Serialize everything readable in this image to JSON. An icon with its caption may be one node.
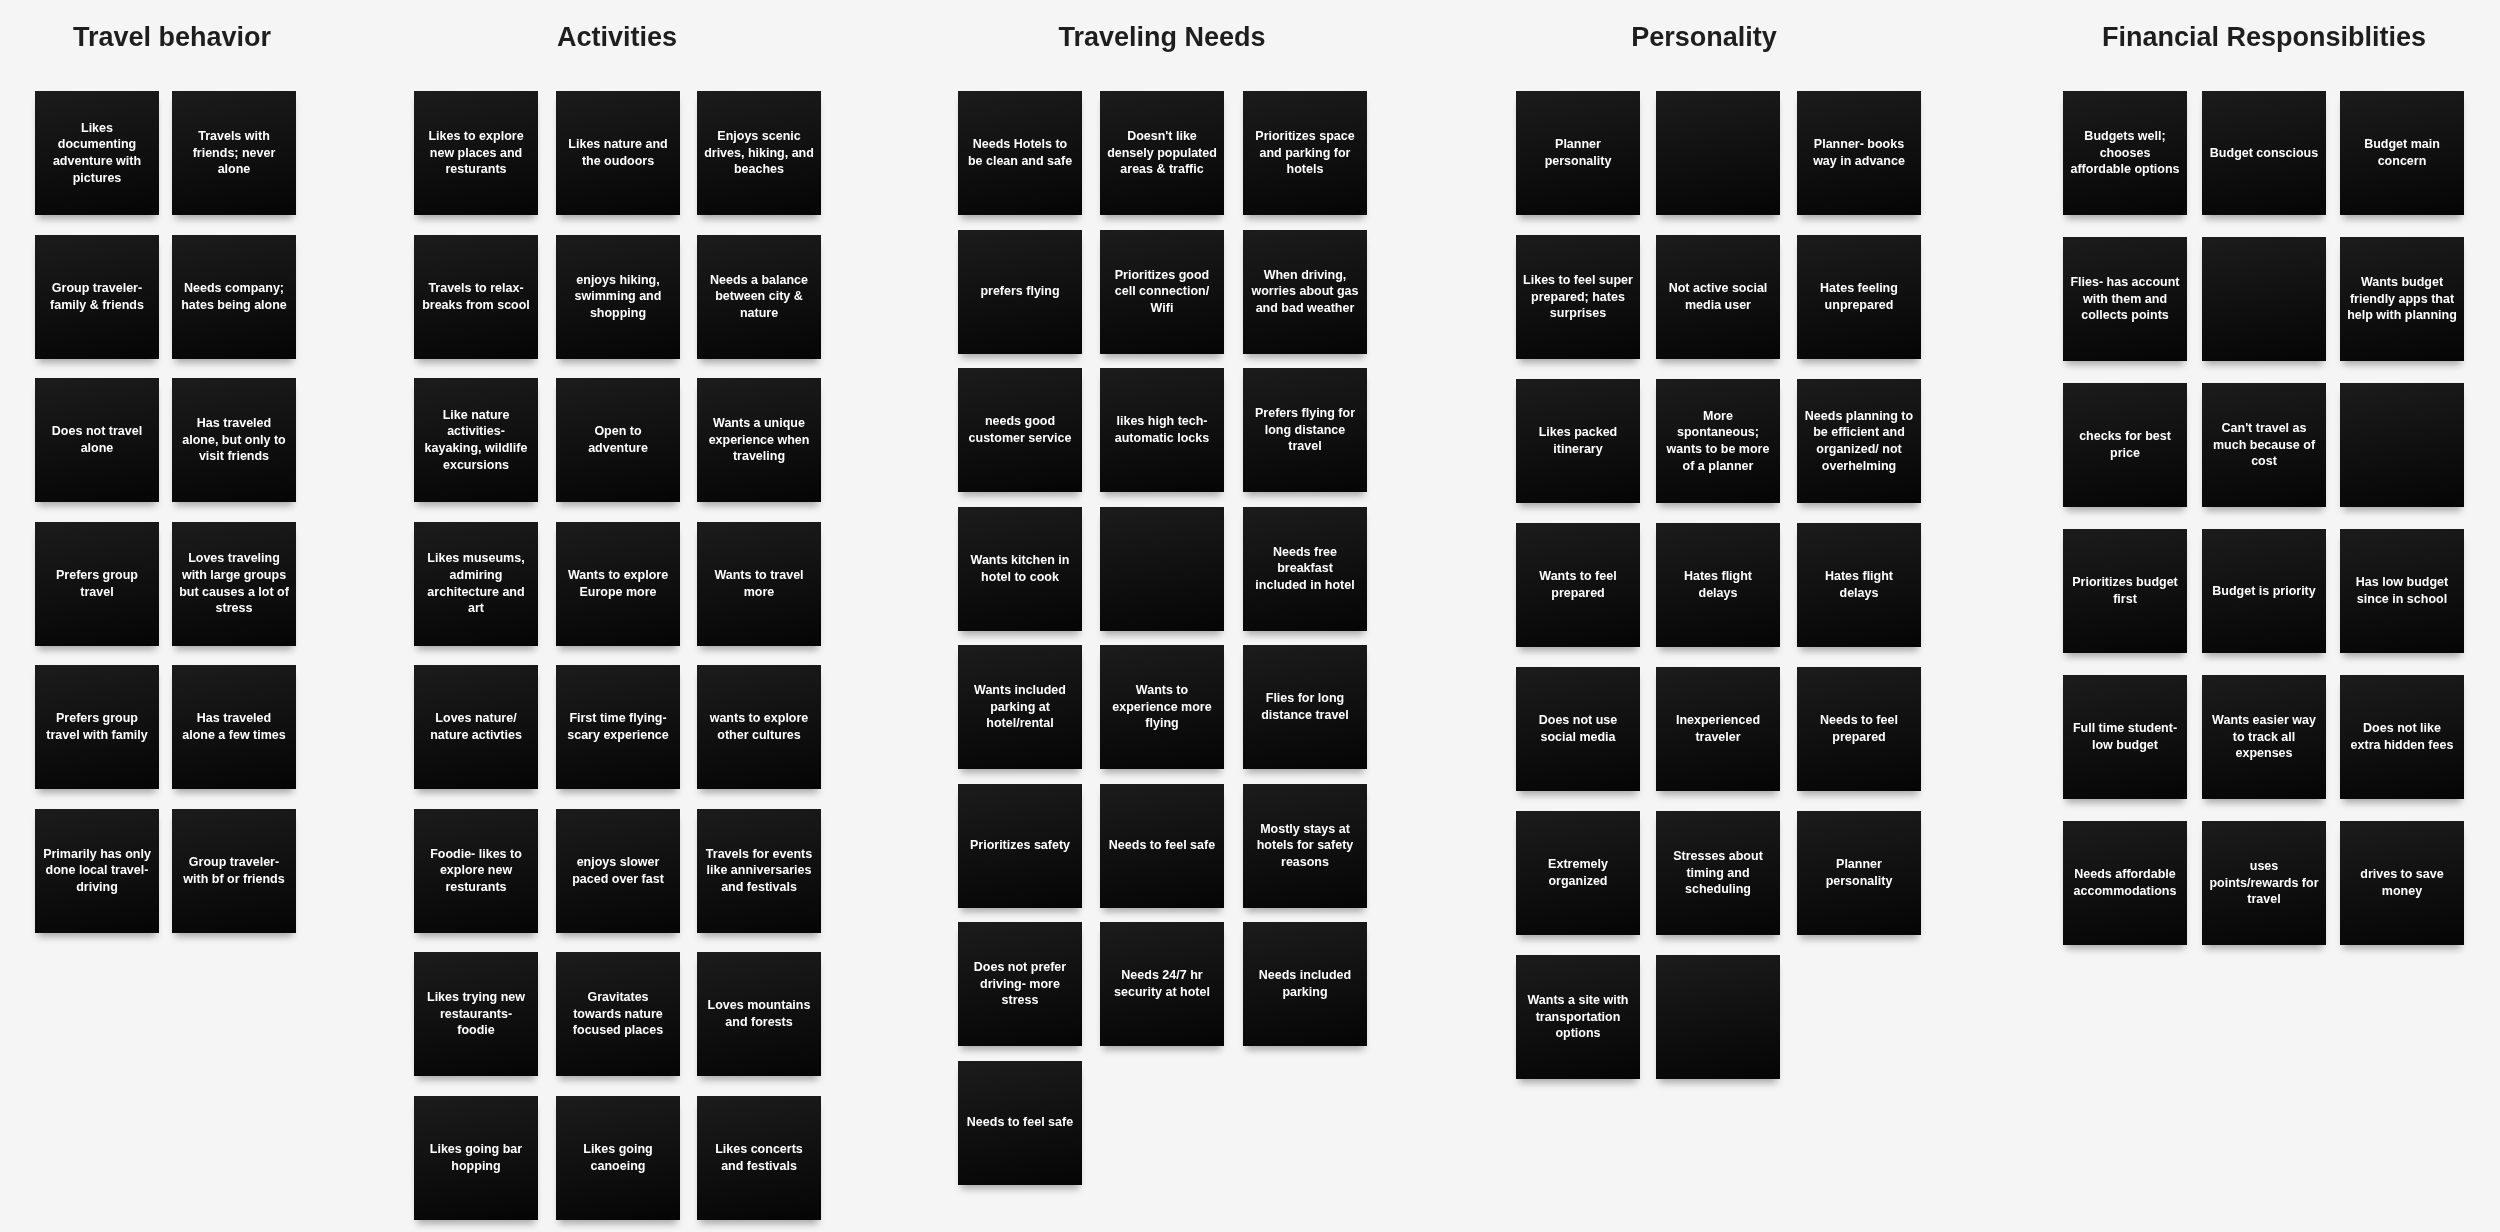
{
  "diagram": {
    "nodes": [
      {
        "text": [
          "Likes documenting adventure with pictures"
        ]
      },
      {
        "text": [
          "Travels with friends; never alone"
        ]
      },
      {
        "text": [
          "Group traveler- family & friends"
        ]
      },
      {
        "text": [
          "Needs company; hates being alone"
        ]
      },
      {
        "text": [
          "Does not travel alone"
        ]
      },
      {
        "text": [
          "Has traveled alone, but only to visit friends"
        ]
      },
      {
        "text": [
          "Prefers group travel"
        ]
      },
      {
        "text": [
          "Loves traveling with large groups but causes a lot of stress"
        ]
      },
      {
        "text": [
          "Prefers group travel with family"
        ]
      },
      {
        "text": [
          "Has traveled alone a few times"
        ]
      },
      {
        "text": [
          "Primarily has only done local travel- driving"
        ]
      },
      {
        "text": [
          "Group traveler- with bf or friends"
        ]
      },
      {
        "text": [
          "Likes to explore new places and resturants"
        ]
      },
      {
        "text": [
          "Likes nature and the oudoors"
        ]
      },
      {
        "text": [
          "Enjoys scenic drives, hiking, and beaches"
        ]
      },
      {
        "text": [
          "Travels to relax- breaks from scool"
        ]
      },
      {
        "text": [
          "enjoys hiking, swimming and shopping"
        ]
      },
      {
        "text": [
          "Needs a balance between city & nature"
        ]
      },
      {
        "text": [
          "Like nature activities- kayaking, wildlife excursions"
        ]
      },
      {
        "text": [
          "Open to adventure"
        ]
      },
      {
        "text": [
          "Wants a unique experience when traveling"
        ]
      },
      {
        "text": [
          "Likes museums, admiring architecture and art"
        ]
      },
      {
        "text": [
          "Wants to explore Europe more"
        ]
      },
      {
        "text": [
          "Wants to travel more"
        ]
      },
      {
        "text": [
          "Loves nature/ nature activties"
        ]
      },
      {
        "text": [
          "First time flying- scary experience"
        ]
      },
      {
        "text": [
          "wants to explore other cultures"
        ]
      },
      {
        "text": [
          "Foodie- likes to explore new resturants"
        ]
      },
      {
        "text": [
          "enjoys slower paced over fast"
        ]
      },
      {
        "text": [
          "Travels for events like anniversaries and festivals"
        ]
      },
      {
        "text": [
          "Likes trying new restaurants- foodie"
        ]
      },
      {
        "text": [
          "Gravitates towards nature focused places"
        ]
      },
      {
        "text": [
          "Loves mountains and forests"
        ]
      },
      {
        "text": [
          "Likes going bar hopping"
        ]
      },
      {
        "text": [
          "Likes going canoeing"
        ]
      },
      {
        "text": [
          "Likes concerts and festivals"
        ]
      },
      {
        "text": [
          "Needs Hotels to be clean and safe"
        ]
      },
      {
        "text": [
          "Doesn't like densely populated areas & traffic"
        ]
      },
      {
        "text": [
          "Prioritizes space and parking for hotels"
        ]
      },
      {
        "text": [
          "prefers flying"
        ]
      },
      {
        "text": [
          "Prioritizes good cell connection/ Wifi"
        ]
      },
      {
        "text": [
          "When driving, worries about gas and bad weather"
        ]
      },
      {
        "text": [
          "needs good customer service"
        ]
      },
      {
        "text": [
          "likes high tech- automatic locks"
        ]
      },
      {
        "text": [
          "Prefers flying for long distance travel"
        ]
      },
      {
        "text": [
          "Wants kitchen in hotel to cook"
        ]
      },
      {
        "text": [],
        "shape": "box"
      },
      {
        "text": [
          "Needs free breakfast included in hotel"
        ]
      },
      {
        "text": [
          "Wants included parking at hotel/rental"
        ]
      },
      {
        "text": [
          "Wants to experience more flying"
        ]
      },
      {
        "text": [
          "Flies for long distance travel"
        ]
      },
      {
        "text": [
          "Prioritizes safety"
        ]
      },
      {
        "text": [
          "Needs to feel safe"
        ]
      },
      {
        "text": [
          "Mostly stays at hotels for safety reasons"
        ]
      },
      {
        "text": [
          "Does not prefer driving- more stress"
        ]
      },
      {
        "text": [
          "Needs 24/7 hr security at hotel"
        ]
      },
      {
        "text": [
          "Needs included parking"
        ]
      },
      {
        "text": [
          "Needs to feel safe"
        ]
      },
      {
        "text": [
          "Planner personality"
        ]
      },
      {
        "text": [],
        "shape": "box"
      },
      {
        "text": [
          "Planner- books way in advance"
        ]
      },
      {
        "text": [
          "Likes to feel super prepared; hates surprises"
        ]
      },
      {
        "text": [
          "Not active social media user"
        ]
      },
      {
        "text": [
          "Hates feeling unprepared"
        ]
      },
      {
        "text": [
          "Likes packed itinerary"
        ]
      },
      {
        "text": [
          "More spontaneous; wants to be more of a planner"
        ]
      },
      {
        "text": [
          "Needs planning to be efficient and organized/ not overhelming"
        ]
      },
      {
        "text": [
          "Wants to feel prepared"
        ]
      },
      {
        "text": [
          "Hates flight delays"
        ]
      },
      {
        "text": [
          "Hates flight delays"
        ]
      },
      {
        "text": [
          "Does not use social media"
        ]
      },
      {
        "text": [
          "Inexperienced traveler"
        ]
      },
      {
        "text": [
          "Needs to feel prepared"
        ]
      },
      {
        "text": [
          "Extremely organized"
        ]
      },
      {
        "text": [
          "Stresses about timing and scheduling"
        ]
      },
      {
        "text": [
          "Planner personality"
        ]
      },
      {
        "text": [
          "Wants a site with transportation options"
        ]
      },
      {
        "text": [],
        "shape": "box"
      },
      {
        "text": [
          "Budgets well; chooses affordable options"
        ]
      },
      {
        "text": [
          "Budget conscious"
        ]
      },
      {
        "text": [
          "Budget main concern"
        ]
      },
      {
        "text": [
          "Flies- has account with them and collects points"
        ]
      },
      {
        "text": [],
        "shape": "box"
      },
      {
        "text": [
          "Wants budget friendly apps that help with planning"
        ]
      },
      {
        "text": [
          "checks for best price"
        ]
      },
      {
        "text": [
          "Can't travel as much because of cost"
        ]
      },
      {
        "text": [],
        "shape": "box"
      },
      {
        "text": [
          "Prioritizes budget first"
        ]
      },
      {
        "text": [
          "Budget is priority"
        ]
      },
      {
        "text": [
          "Has low budget since in school"
        ]
      },
      {
        "text": [
          "Full time student- low budget"
        ]
      },
      {
        "text": [
          "Wants easier way to track all expenses"
        ]
      },
      {
        "text": [
          "Does not like extra hidden fees"
        ]
      },
      {
        "text": [
          "Needs affordable accommodations"
        ]
      },
      {
        "text": [
          "uses points/rewards for travel"
        ]
      },
      {
        "text": [
          "drives to save money"
        ]
      }
    ],
    "labels": [
      "Travel behavior",
      "Activities",
      "Traveling Needs",
      "Personality",
      "Financial Responsiblities"
    ]
  }
}
